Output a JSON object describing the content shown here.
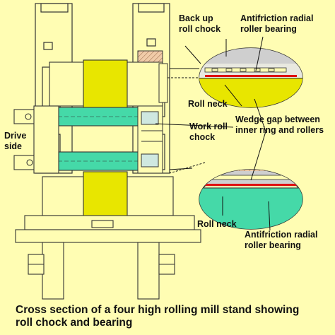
{
  "labels": {
    "backup_chock": "Back up\nroll chock",
    "bearing_top": "Antifriction radial\nroller bearing",
    "roll_neck_top": "Roll neck",
    "wedge_gap": "Wedge gap between\ninner ring and rollers",
    "work_chock": "Work roll\nchock",
    "drive_side": "Drive\nside",
    "roll_neck_bottom": "Roll neck",
    "bearing_bottom": "Antifriction radial\nroller bearing"
  },
  "caption": "Cross section of a four high rolling mill stand showing\nroll chock and bearing",
  "colors": {
    "background": "#fffdb3",
    "backup_roll": "#e8e600",
    "work_roll": "#45d9a8",
    "chock_fill": "#cfcfcf",
    "bearing_race": "#e01010",
    "hatch": "#d9aa88",
    "outline": "#333333"
  }
}
